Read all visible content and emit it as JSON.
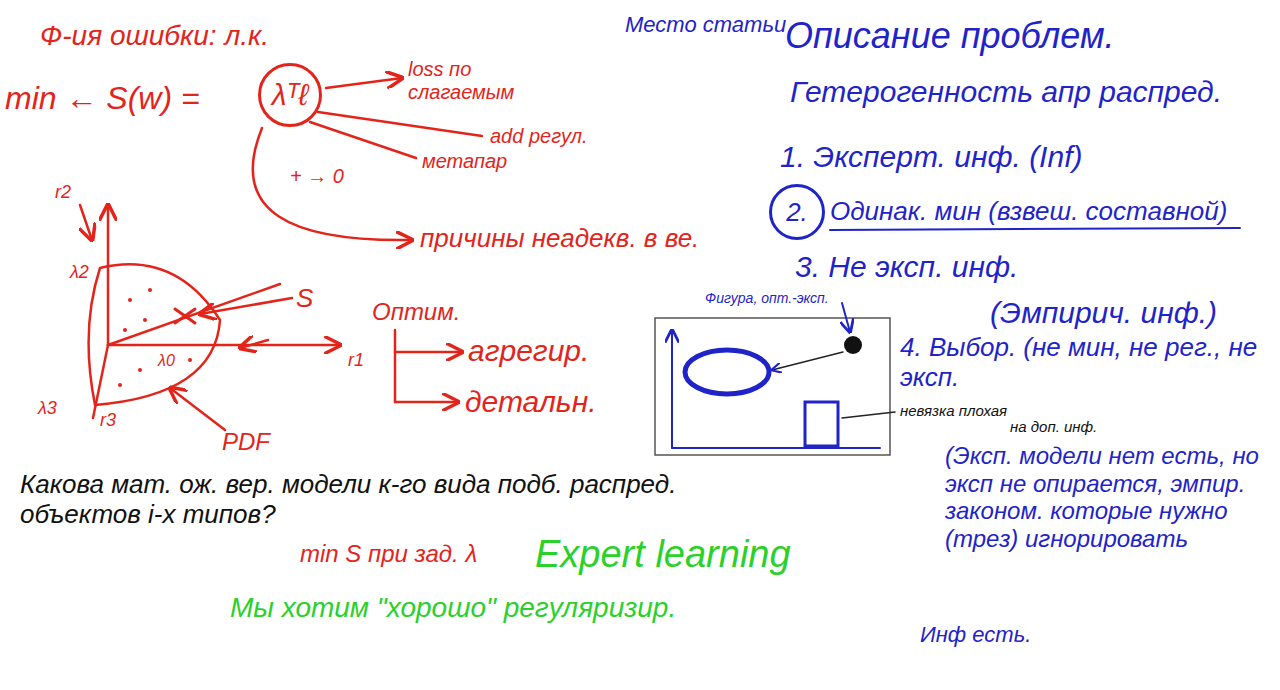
{
  "diagram": {
    "nodes": [
      {
        "text": [
          "λᵀℓ"
        ]
      },
      {
        "text": [
          "2."
        ]
      }
    ],
    "labels": [
      "Ф-ия ошибки: л.к.",
      "min ← S(w) =",
      "loss по слагаемым",
      "add регул.",
      "метапар",
      "+ → 0",
      "причины неадекв. в ве.",
      "r2",
      "r1",
      "r3",
      "λ2",
      "λ3",
      "λ0",
      "S",
      "PDF",
      "Оптим.",
      "агрегир.",
      "детальн.",
      "Какова мат. ож. вер. модели к-го вида подб. распред. объектов i-х типов?",
      "min S при зад. λ",
      "Expert learning",
      "Мы хотим \"хорошо\" регуляризир.",
      "Место статьи",
      "Описание проблем.",
      "Гетерогенность апр распред.",
      "1. Эксперт. инф. (Inf)",
      "Одинак. мин (взвеш. составной)",
      "3. Не эксп. инф.",
      "(Эмпирич. инф.)",
      "Фигура, опт.-эксп.",
      "4. Выбор. (не мин, не рег., не эксп.",
      "невязка плохая",
      "на доп. инф.",
      "(Эксп. модели нет есть, но эксп не опирается, эмпир. законом. которые нужно (трез) игнорировать",
      "Инф есть."
    ]
  }
}
